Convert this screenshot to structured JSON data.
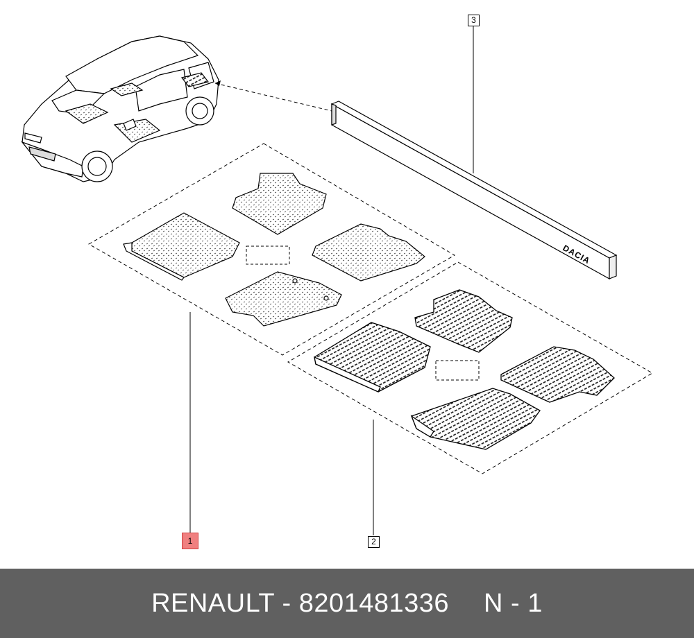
{
  "diagram": {
    "callouts": [
      {
        "label": "1",
        "highlighted": true
      },
      {
        "label": "2",
        "highlighted": false
      },
      {
        "label": "3",
        "highlighted": false
      }
    ],
    "sill_logo": "DACIA",
    "highlight_color": "#f08080"
  },
  "footer": {
    "part_text": "RENAULT - 8201481336",
    "quantity_text": "N - 1",
    "background": "#606060"
  }
}
